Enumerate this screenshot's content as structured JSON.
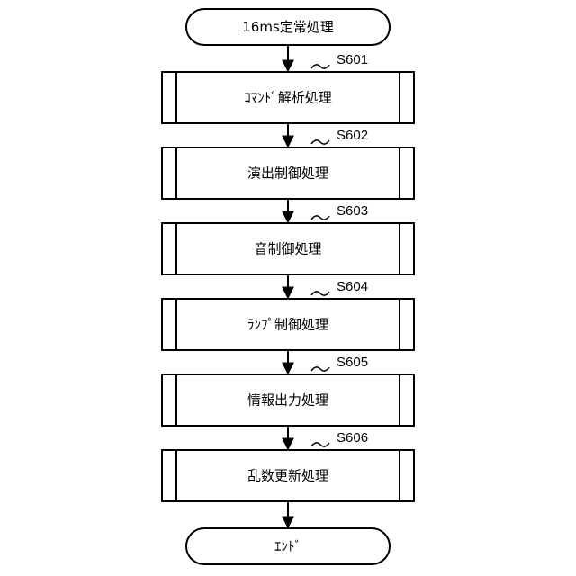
{
  "flowchart": {
    "start_label": "16ms定常処理",
    "end_label": "ｴﾝﾄﾞ",
    "steps": [
      {
        "id": "S601",
        "label": "ｺﾏﾝﾄﾞ解析処理"
      },
      {
        "id": "S602",
        "label": "演出制御処理"
      },
      {
        "id": "S603",
        "label": "音制御処理"
      },
      {
        "id": "S604",
        "label": "ﾗﾝﾌﾟ制御処理"
      },
      {
        "id": "S605",
        "label": "情報出力処理"
      },
      {
        "id": "S606",
        "label": "乱数更新処理"
      }
    ]
  }
}
